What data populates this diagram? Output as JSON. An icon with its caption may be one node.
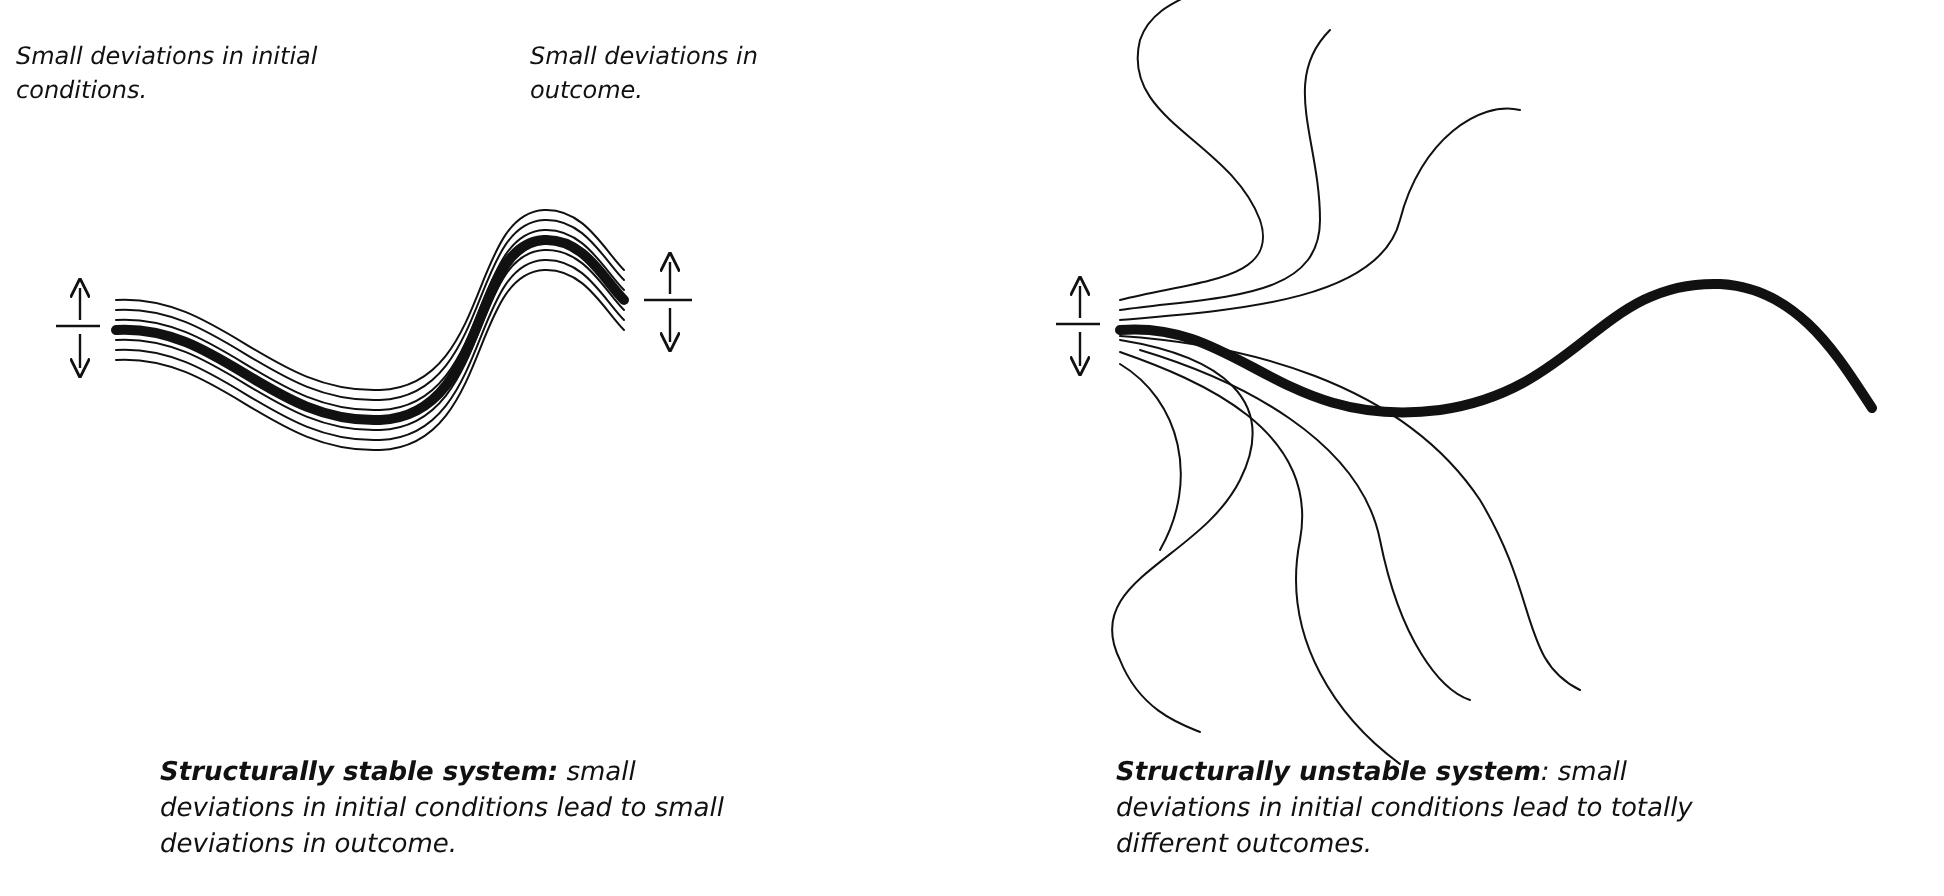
{
  "diagram": {
    "labels": [
      "Small deviations in initial conditions.",
      "Small deviations in outcome.",
      "**Structurally stable system:** small deviations in initial conditions lead to small deviations in outcome.",
      "**Structurally unstable system**: small deviations in initial conditions lead to totally different outcomes."
    ]
  }
}
